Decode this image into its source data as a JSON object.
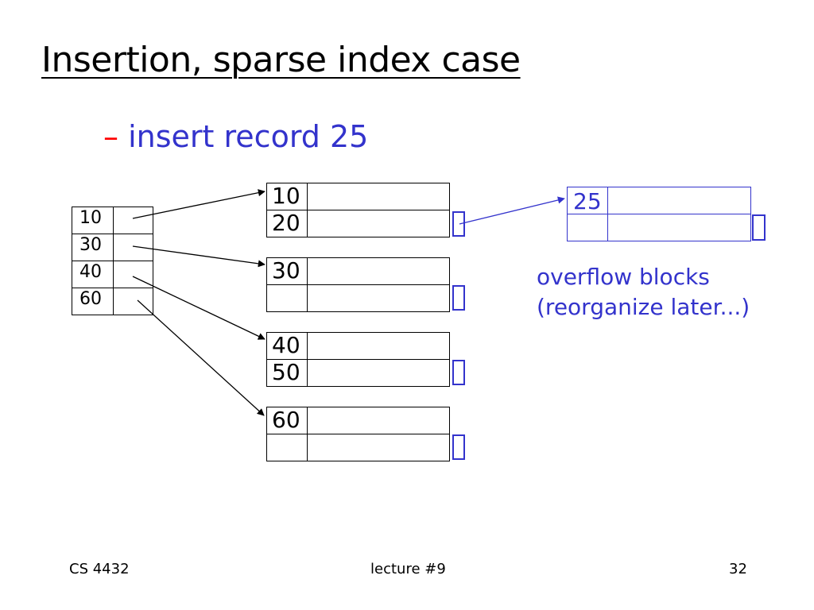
{
  "title": "Insertion, sparse index case",
  "bullet": {
    "dash": "–",
    "text": "insert record 25"
  },
  "index_entries": [
    "10",
    "30",
    "40",
    "60"
  ],
  "data_blocks": [
    {
      "records": [
        "10",
        "20"
      ]
    },
    {
      "records": [
        "30",
        ""
      ]
    },
    {
      "records": [
        "40",
        "50"
      ]
    },
    {
      "records": [
        "60",
        ""
      ]
    }
  ],
  "overflow_block": {
    "records": [
      "25",
      ""
    ]
  },
  "note": {
    "line1": "overflow blocks",
    "line2": "(reorganize later...)"
  },
  "footer": {
    "left": "CS 4432",
    "center": "lecture #9",
    "right": "32"
  },
  "colors": {
    "accent": "#3333cc",
    "dash": "#ff0000",
    "text": "#000000"
  }
}
